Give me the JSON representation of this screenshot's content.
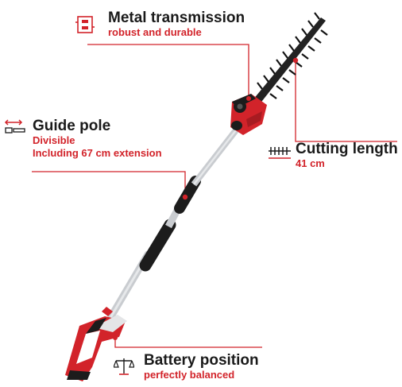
{
  "colors": {
    "accent": "#d2232a",
    "text": "#1a1a1a",
    "tool_body": "#d2232a",
    "tool_dark": "#1c1c1c",
    "pole": "#c9ccd0"
  },
  "callouts": {
    "metal_transmission": {
      "icon": "gear-box-icon",
      "title": "Metal transmission",
      "subtitle": "robust and durable"
    },
    "guide_pole": {
      "icon": "pole-extension-icon",
      "title": "Guide pole",
      "line1": "Divisible",
      "line2": "Including 67 cm extension"
    },
    "cutting_length": {
      "icon": "blade-teeth-icon",
      "title": "Cutting length",
      "value": "41 cm"
    },
    "battery_position": {
      "icon": "balance-scale-icon",
      "title": "Battery position",
      "subtitle": "perfectly balanced"
    }
  }
}
